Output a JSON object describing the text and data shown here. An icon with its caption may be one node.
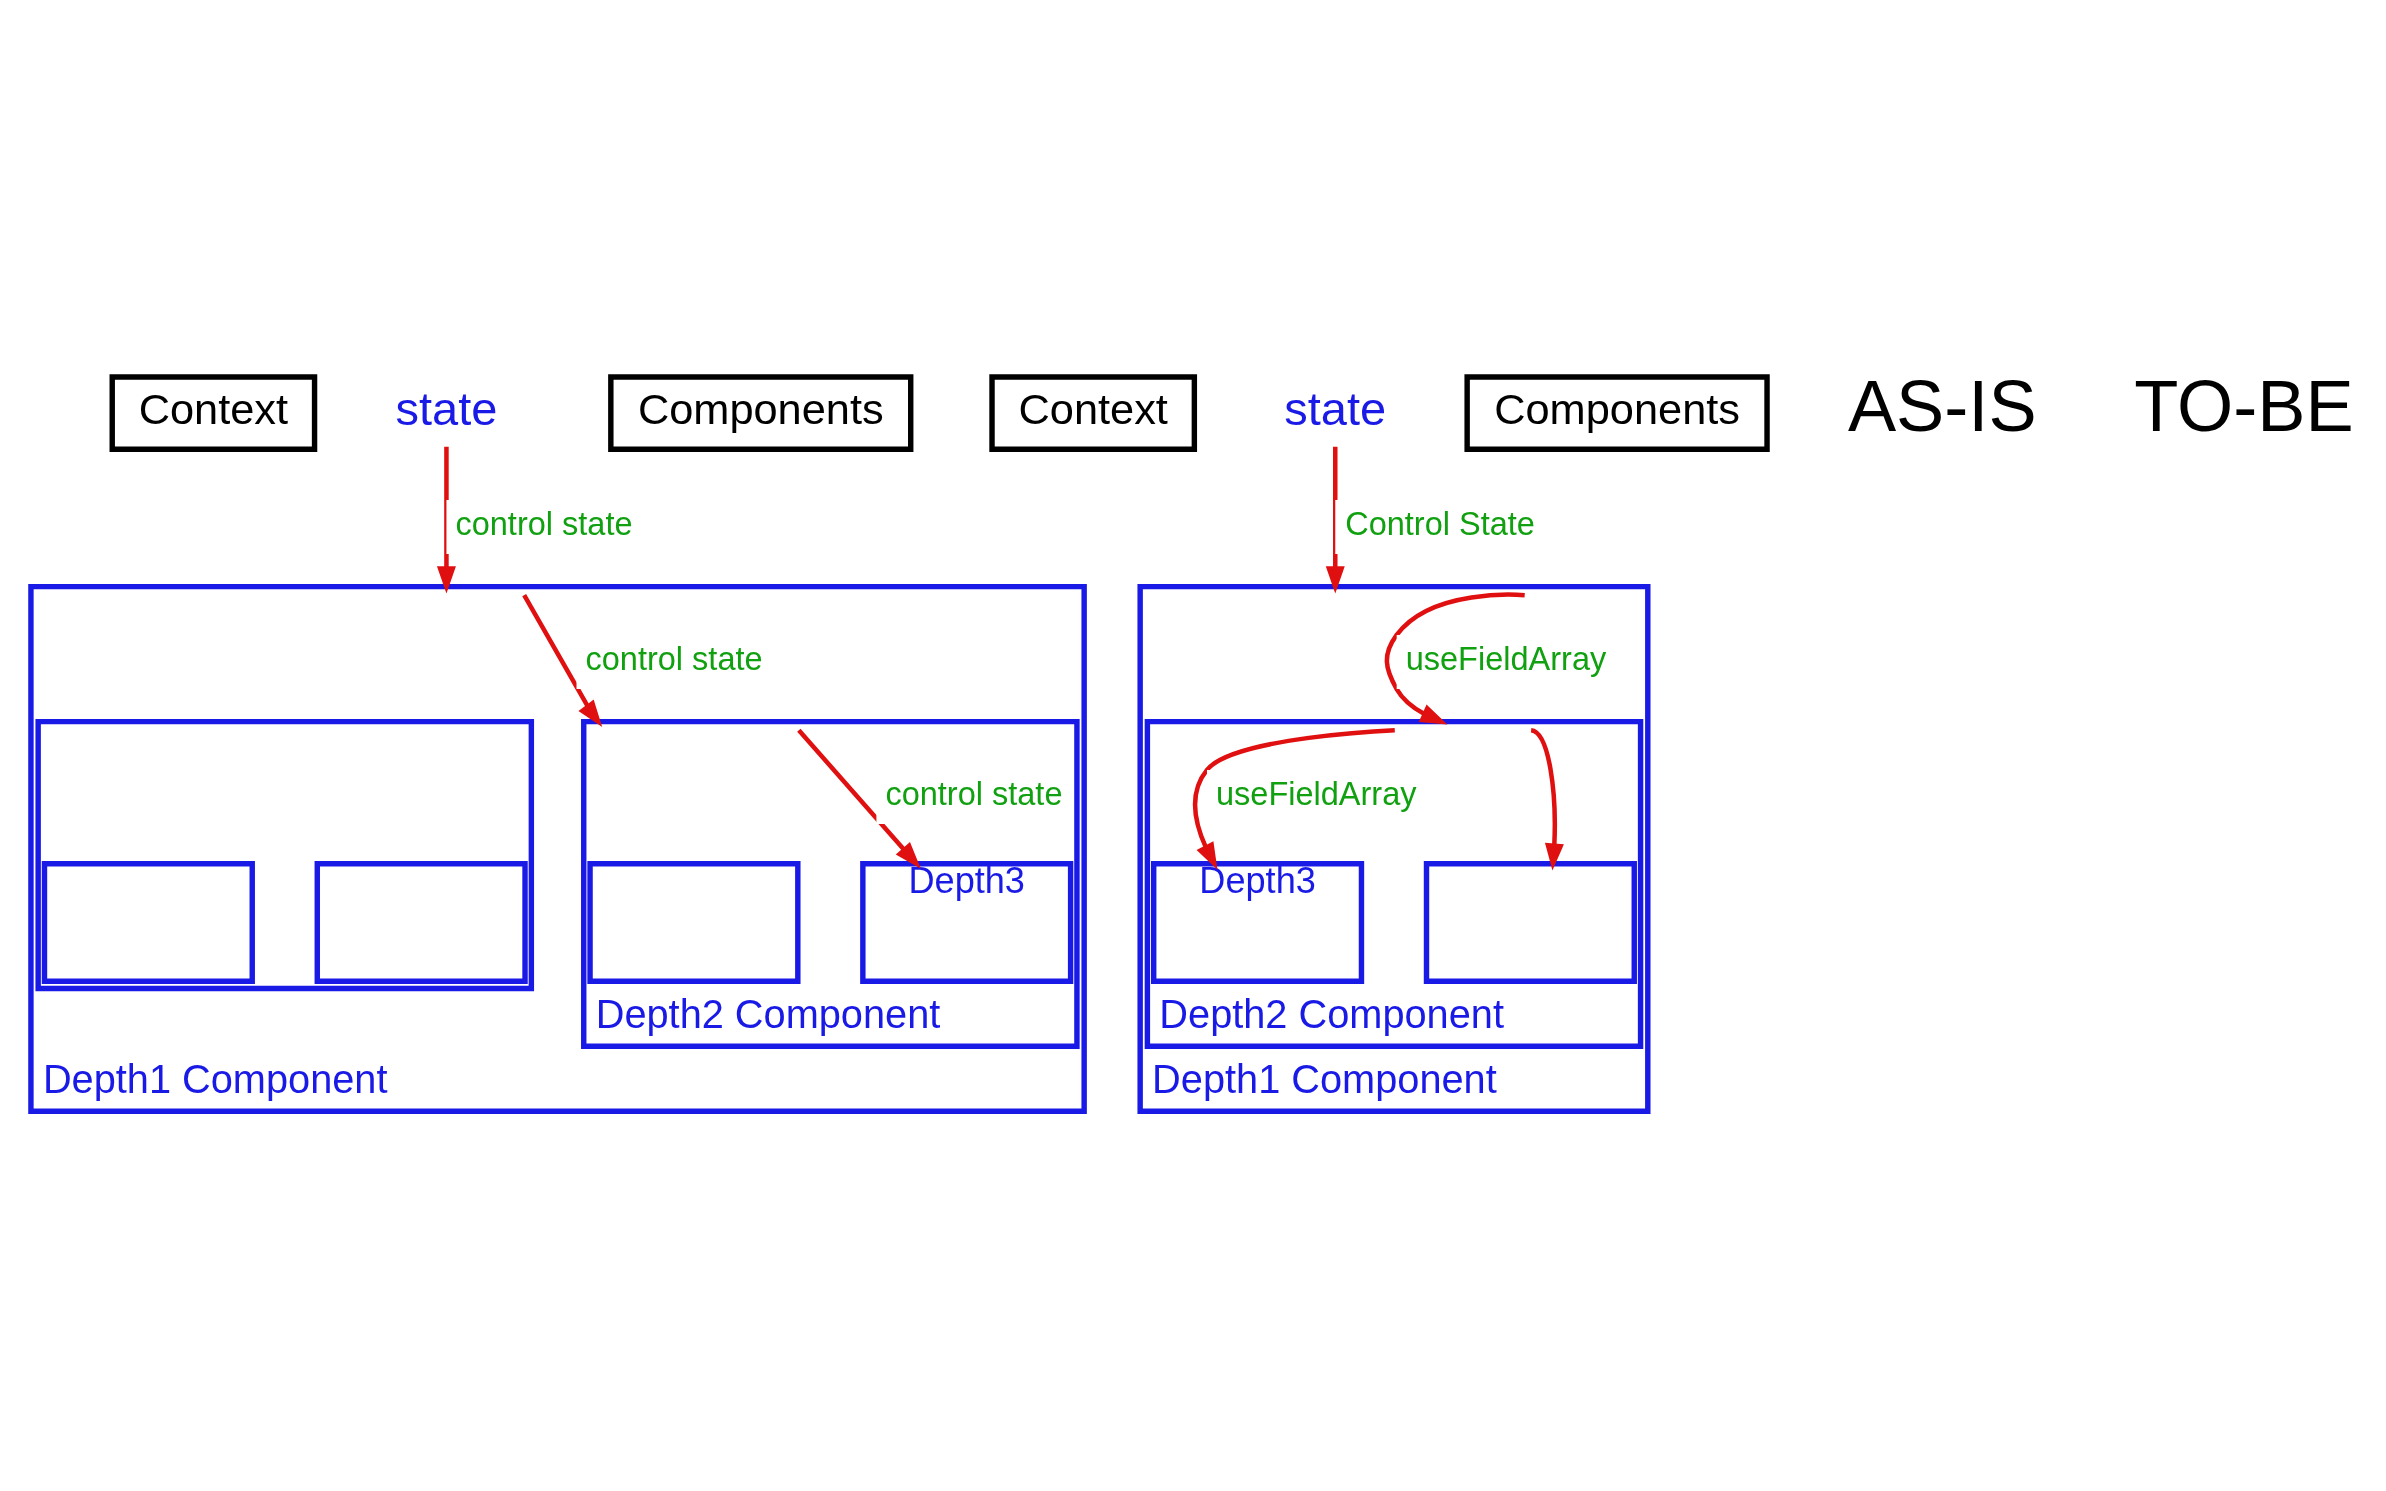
{
  "diagram": {
    "nodes": [
      {
        "text": [
          "Context"
        ]
      },
      {
        "text": [
          "state"
        ]
      },
      {
        "text": [
          "Components"
        ]
      },
      {
        "text": [
          "Depth1 Component"
        ]
      },
      {
        "text": [
          "Depth2 Component"
        ],
        "in": 3
      },
      {
        "text": [
          "Depth3"
        ],
        "in": 4
      },
      {
        "text": [],
        "shape": "box",
        "in": 4
      },
      {
        "text": [],
        "shape": "box",
        "in": 3
      },
      {
        "text": [],
        "shape": "box",
        "in": 7
      },
      {
        "text": [],
        "shape": "box",
        "in": 7
      },
      {
        "text": [
          "Context"
        ]
      },
      {
        "text": [
          "state"
        ]
      },
      {
        "text": [
          "Components"
        ]
      },
      {
        "text": [
          "Depth1 Component"
        ]
      },
      {
        "text": [
          "Depth2 Component"
        ],
        "in": 13
      },
      {
        "text": [
          "Depth3"
        ],
        "in": 14
      },
      {
        "text": [],
        "shape": "box",
        "in": 14
      }
    ],
    "edges": [
      {
        "from": 1,
        "to": 3,
        "arrow": "to",
        "label": "control state"
      },
      {
        "from": 3,
        "to": 4,
        "arrow": "to",
        "label": "control state"
      },
      {
        "from": 4,
        "to": 5,
        "arrow": "to",
        "label": "control state"
      },
      {
        "from": 11,
        "to": 13,
        "arrow": "to",
        "label": "Control State"
      },
      {
        "from": 13,
        "to": 14,
        "arrow": "to",
        "label": "useFieldArray"
      },
      {
        "from": 14,
        "to": 15,
        "arrow": "to",
        "label": "useFieldArray"
      },
      {
        "from": 14,
        "to": 16,
        "arrow": "to"
      }
    ],
    "labels": [
      "AS-IS",
      "TO-BE"
    ]
  }
}
